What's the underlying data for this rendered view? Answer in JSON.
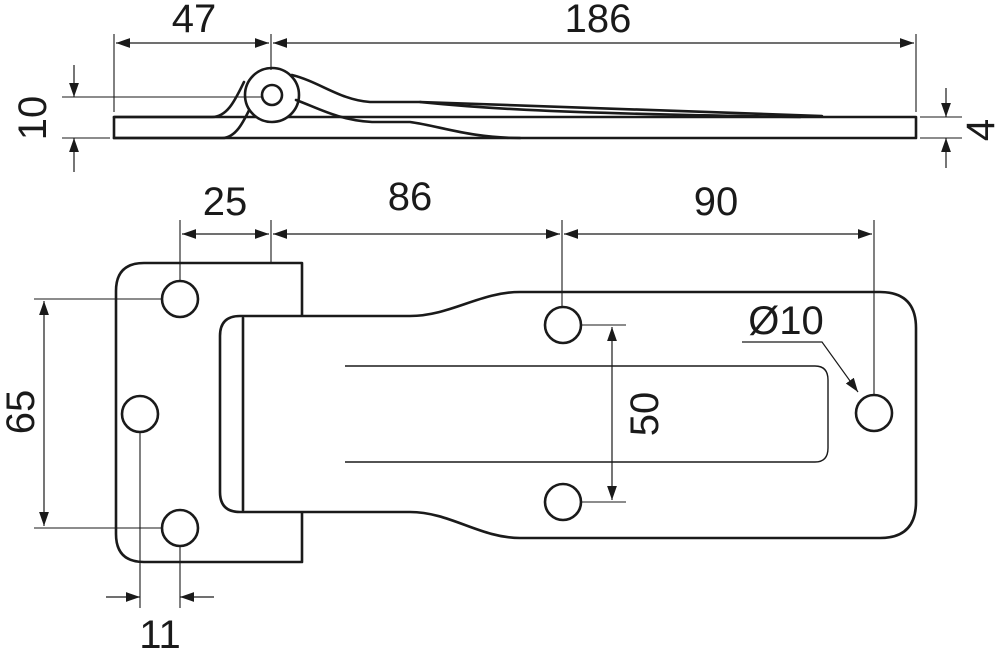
{
  "dimensions": {
    "side_view": {
      "hinge_offset": "47",
      "total_length": "186",
      "height": "10",
      "thickness": "4"
    },
    "top_view": {
      "hinge_to_first_hole": "25",
      "hole_spacing_a": "86",
      "hole_spacing_b": "90",
      "hole_diameter": "Ø10",
      "inner_hole_spacing": "50",
      "outer_hole_spacing": "65",
      "edge_to_hole": "11"
    }
  },
  "colors": {
    "line": "#1a1a1a",
    "background": "#ffffff"
  }
}
